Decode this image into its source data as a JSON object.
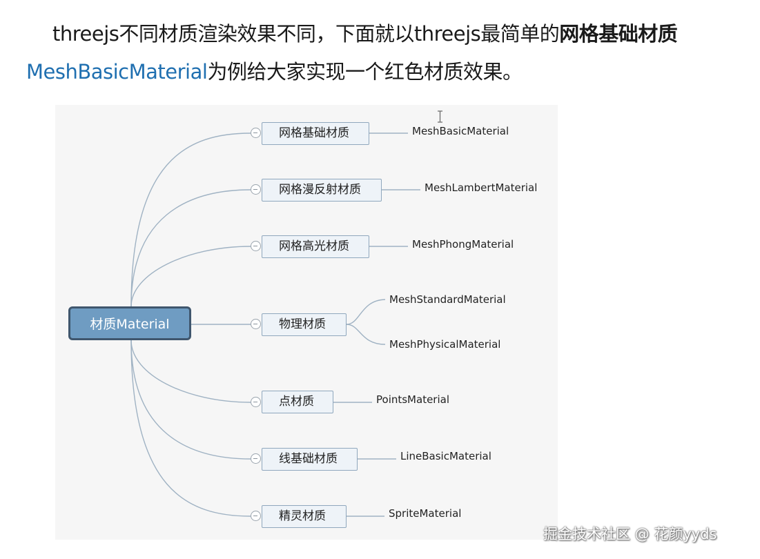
{
  "intro": {
    "line1_prefix": "threejs不同材质渲染效果不同，下面就以threejs最简单的",
    "line1_bold": "网格基础材质",
    "line2_accent": "MeshBasicMaterial",
    "line2_rest": "为例给大家实现一个红色材质效果。"
  },
  "diagram": {
    "root": "材质Material",
    "branches": [
      {
        "label": "网格基础材质",
        "leaves": [
          "MeshBasicMaterial"
        ]
      },
      {
        "label": "网格漫反射材质",
        "leaves": [
          "MeshLambertMaterial"
        ]
      },
      {
        "label": "网格高光材质",
        "leaves": [
          "MeshPhongMaterial"
        ]
      },
      {
        "label": "物理材质",
        "leaves": [
          "MeshStandardMaterial",
          "MeshPhysicalMaterial"
        ]
      },
      {
        "label": "点材质",
        "leaves": [
          "PointsMaterial"
        ]
      },
      {
        "label": "线基础材质",
        "leaves": [
          "LineBasicMaterial"
        ]
      },
      {
        "label": "精灵材质",
        "leaves": [
          "SpriteMaterial"
        ]
      }
    ]
  },
  "watermark": "掘金技术社区 @ 花颜yyds",
  "colors": {
    "accent": "#1f6fb0",
    "root_fill": "#6f9cc2",
    "root_border": "#3f566d",
    "node_fill": "#eef3f8",
    "node_border": "#8fa7bd",
    "connector": "#9fb2c3"
  }
}
